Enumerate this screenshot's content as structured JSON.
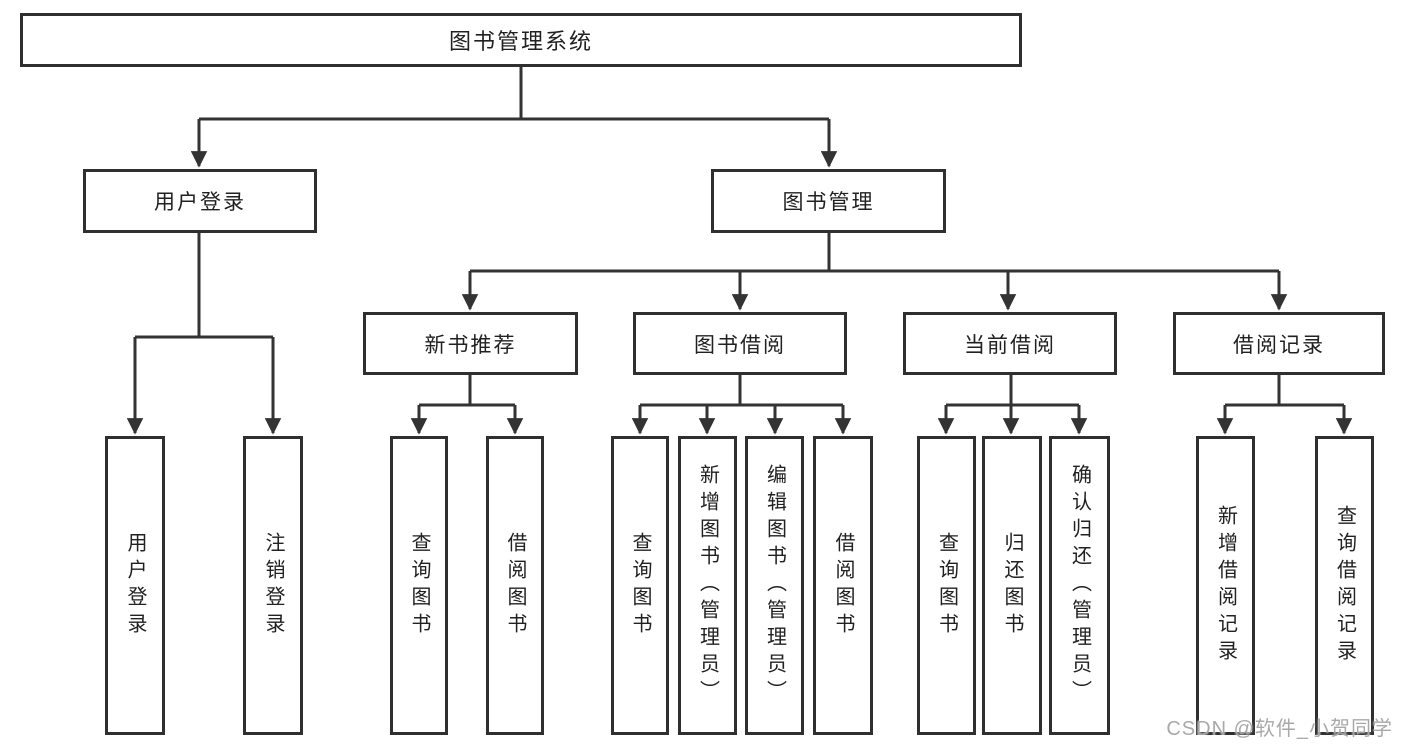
{
  "diagram": {
    "tree": {
      "root": "图书管理系统",
      "user_login": {
        "label": "用户登录",
        "children": [
          "用户登录",
          "注销登录"
        ]
      },
      "book_management": {
        "label": "图书管理",
        "sections": {
          "new_book_recommend": {
            "label": "新书推荐",
            "children": [
              "查询图书",
              "借阅图书"
            ]
          },
          "book_borrowing": {
            "label": "图书借阅",
            "children": [
              "查询图书",
              "新增图书（管理员）",
              "编辑图书（管理员）",
              "借阅图书"
            ]
          },
          "current_borrowing": {
            "label": "当前借阅",
            "children": [
              "查询图书",
              "归还图书",
              "确认归还（管理员）"
            ]
          },
          "borrowing_records": {
            "label": "借阅记录",
            "children": [
              "新增借阅记录",
              "查询借阅记录"
            ]
          }
        }
      }
    },
    "watermark": "CSDN @软件_小贺同学",
    "colors": {
      "line": "#333333",
      "border": "#2f2f2f",
      "text": "#212121",
      "background": "#ffffff",
      "watermark": "#a4a4a4"
    }
  }
}
